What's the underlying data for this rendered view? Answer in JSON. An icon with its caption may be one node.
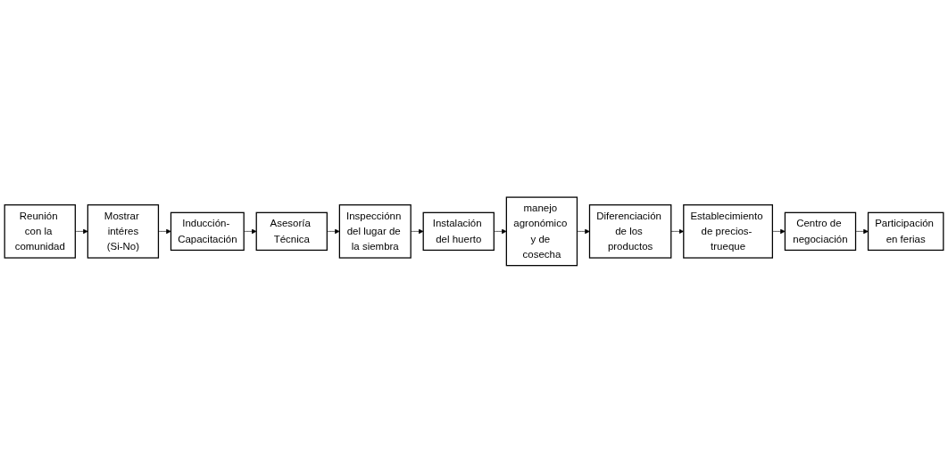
{
  "diagram": {
    "nodes": [
      {
        "text": [
          "Reunión con la comunidad"
        ]
      },
      {
        "text": [
          "Mostrar intéres",
          "(Si-No)"
        ]
      },
      {
        "text": [
          "Inducción- Capacitación"
        ]
      },
      {
        "text": [
          "Asesoría Técnica"
        ]
      },
      {
        "text": [
          "Inspecciónn del lugar de la siembra"
        ]
      },
      {
        "text": [
          "Instalación del huerto"
        ]
      },
      {
        "text": [
          "manejo agronómico y de cosecha"
        ]
      },
      {
        "text": [
          "Diferenciación de los productos"
        ]
      },
      {
        "text": [
          "Establecimiento de precios- trueque"
        ]
      },
      {
        "text": [
          "Centro de negociación"
        ]
      },
      {
        "text": [
          "Participación en ferias"
        ]
      }
    ],
    "edges": [
      {
        "from": 0,
        "to": 1,
        "arrow": "to"
      },
      {
        "from": 1,
        "to": 2,
        "arrow": "to"
      },
      {
        "from": 2,
        "to": 3,
        "arrow": "to"
      },
      {
        "from": 3,
        "to": 4,
        "arrow": "to"
      },
      {
        "from": 4,
        "to": 5,
        "arrow": "to"
      },
      {
        "from": 5,
        "to": 6,
        "arrow": "to"
      },
      {
        "from": 6,
        "to": 7,
        "arrow": "to"
      },
      {
        "from": 7,
        "to": 8,
        "arrow": "to"
      },
      {
        "from": 8,
        "to": 9,
        "arrow": "to"
      },
      {
        "from": 9,
        "to": 10,
        "arrow": "to"
      }
    ]
  }
}
